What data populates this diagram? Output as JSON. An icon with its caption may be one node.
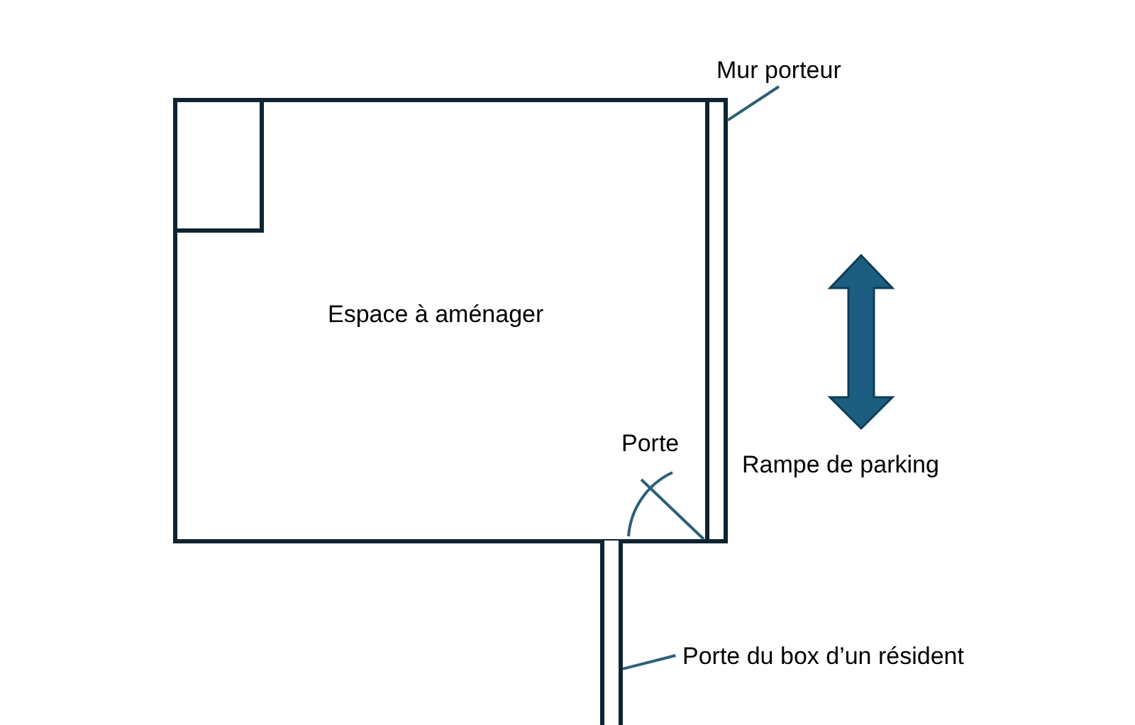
{
  "diagram": {
    "nodes": [
      {
        "text": [
          "Espace à aménager"
        ]
      },
      {
        "text": [],
        "shape": "box",
        "in": 0
      },
      {
        "text": [],
        "shape": "box"
      },
      {
        "text": [
          "Mur porteur"
        ]
      },
      {
        "text": [],
        "shape": "bar"
      },
      {
        "text": [
          "Porte du box d’un résident"
        ]
      }
    ],
    "edges": [
      {
        "from": 3,
        "to": 2,
        "arrow": "none"
      },
      {
        "from": 5,
        "to": 4,
        "arrow": "none"
      }
    ],
    "labels": [
      "Porte",
      "Rampe de parking"
    ]
  }
}
